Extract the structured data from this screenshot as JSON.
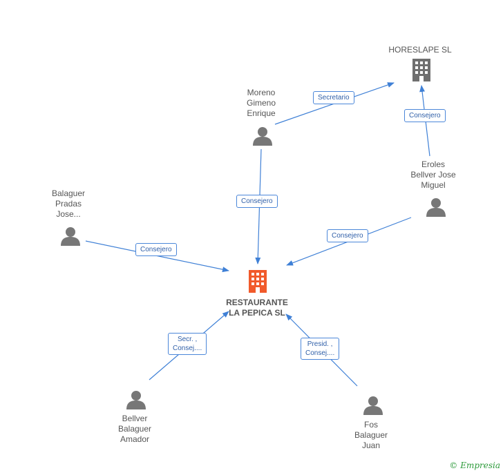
{
  "colors": {
    "edge": "#3f80d6",
    "person_icon": "#777777",
    "company_icon": "#6f6f6f",
    "center_icon": "#f15a2b"
  },
  "nodes": {
    "horeslape": {
      "lines": [
        "HORESLAPE SL"
      ],
      "icon": "building-icon"
    },
    "moreno": {
      "lines": [
        "Moreno",
        "Gimeno",
        "Enrique"
      ],
      "icon": "person-icon"
    },
    "eroles": {
      "lines": [
        "Eroles",
        "Bellver Jose",
        "Miguel"
      ],
      "icon": "person-icon"
    },
    "balaguer_pradas": {
      "lines": [
        "Balaguer",
        "Pradas",
        "Jose..."
      ],
      "icon": "person-icon"
    },
    "center": {
      "lines": [
        "RESTAURANTE",
        "LA PEPICA SL"
      ],
      "icon": "building-icon"
    },
    "bellver": {
      "lines": [
        "Bellver",
        "Balaguer",
        "Amador"
      ],
      "icon": "person-icon"
    },
    "fos": {
      "lines": [
        "Fos",
        "Balaguer",
        "Juan"
      ],
      "icon": "person-icon"
    }
  },
  "edges": {
    "secretario": {
      "lines": [
        "Secretario"
      ]
    },
    "consejero_horeslape": {
      "lines": [
        "Consejero"
      ]
    },
    "consejero_moreno": {
      "lines": [
        "Consejero"
      ]
    },
    "consejero_eroles": {
      "lines": [
        "Consejero"
      ]
    },
    "consejero_balaguer": {
      "lines": [
        "Consejero"
      ]
    },
    "secr_bellver": {
      "lines": [
        "Secr. ,",
        "Consej...."
      ]
    },
    "presid_fos": {
      "lines": [
        "Presid. ,",
        "Consej...."
      ]
    }
  },
  "footer": {
    "copyright": "©",
    "brand": "Empresia"
  }
}
